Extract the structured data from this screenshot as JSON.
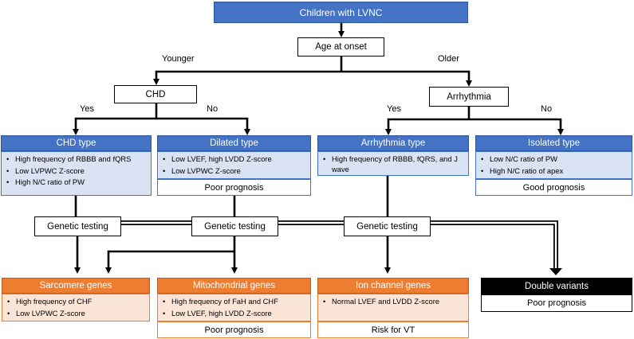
{
  "root": "Children with LVNC",
  "age_node": "Age at onset",
  "branch_labels": {
    "younger": "Younger",
    "older": "Older",
    "chd_yes": "Yes",
    "chd_no": "No",
    "arr_yes": "Yes",
    "arr_no": "No"
  },
  "chd_node": "CHD",
  "arrhythmia_node": "Arrhythmia",
  "types": {
    "chd": {
      "title": "CHD type",
      "items": [
        "High frequency of RBBB and fQRS",
        "Low LVPWC Z-score",
        "High N/C ratio of PW"
      ]
    },
    "dilated": {
      "title": "Dilated type",
      "items": [
        "Low LVEF, high LVDD Z-score",
        "Low LVPWC Z-score"
      ],
      "prognosis": "Poor prognosis"
    },
    "arrhythmia": {
      "title": "Arrhythmia type",
      "items": [
        "High frequency of RBBB, fQRS, and J wave"
      ]
    },
    "isolated": {
      "title": "Isolated type",
      "items": [
        "Low N/C ratio of PW",
        "High N/C ratio of apex"
      ],
      "prognosis": "Good prognosis"
    }
  },
  "genetic_testing": [
    "Genetic testing",
    "Genetic testing",
    "Genetic testing"
  ],
  "genes": {
    "sarcomere": {
      "title": "Sarcomere genes",
      "items": [
        "High frequency of CHF",
        "Low LVPWC Z-score"
      ]
    },
    "mitochondrial": {
      "title": "Mitochondrial genes",
      "items": [
        "High frequency of FaH and CHF",
        "Low LVEF, high LVDD Z-score"
      ],
      "prognosis": "Poor prognosis"
    },
    "ion_channel": {
      "title": "Ion channel genes",
      "items": [
        "Normal LVEF and LVDD Z-score"
      ],
      "prognosis": "Risk for VT"
    },
    "double": {
      "title": "Double variants",
      "prognosis": "Poor prognosis"
    }
  },
  "colors": {
    "type_header": "#4472c4",
    "type_body": "#dae3f3",
    "gene_header": "#ed7d31",
    "gene_body": "#fbe5d6",
    "double_header": "#000000"
  }
}
